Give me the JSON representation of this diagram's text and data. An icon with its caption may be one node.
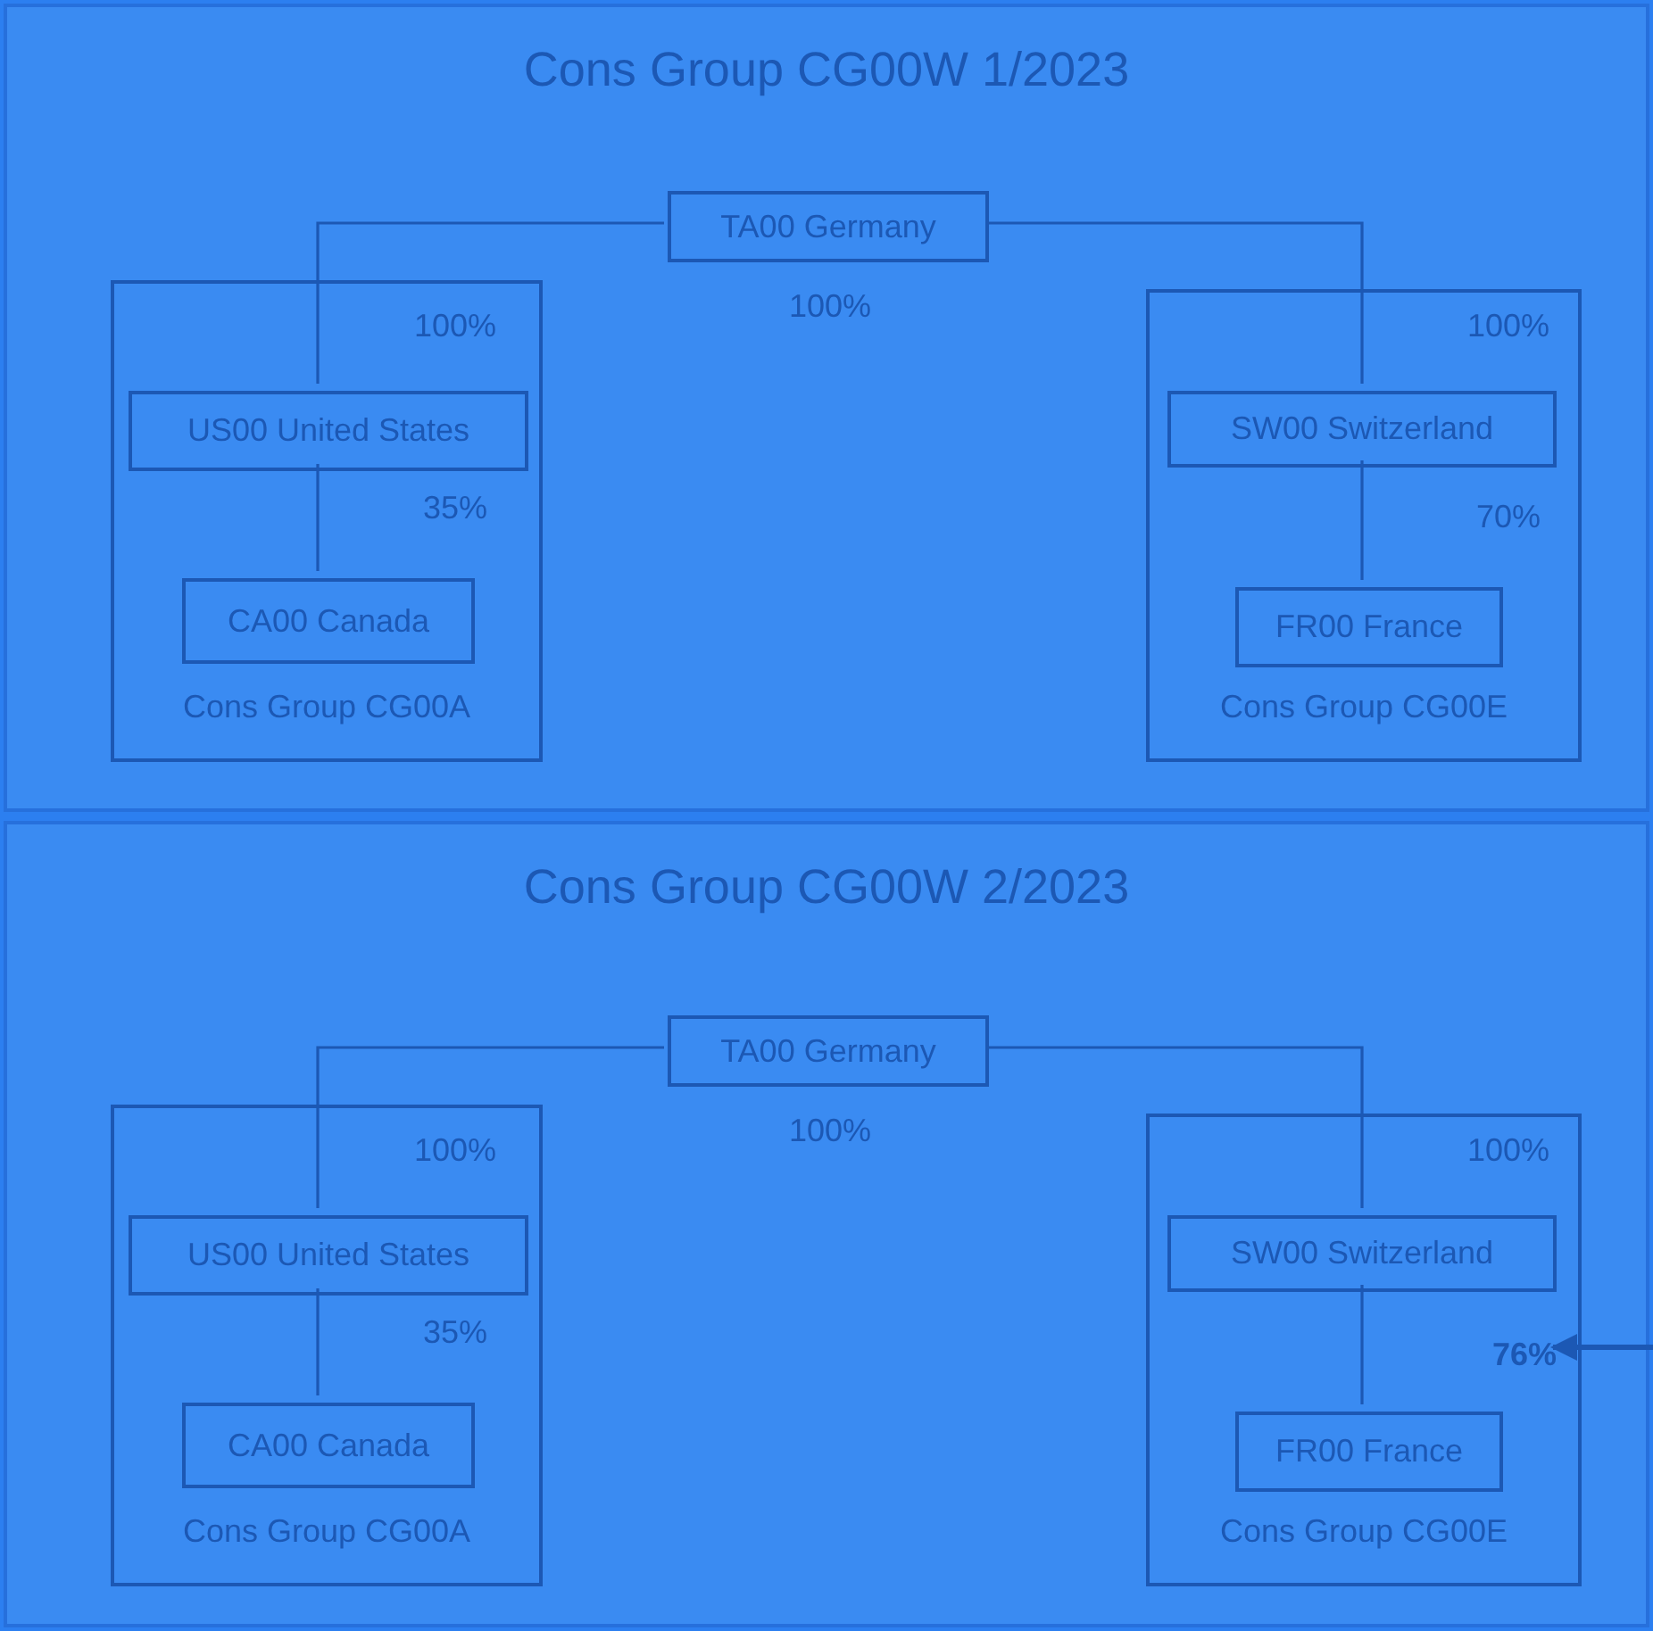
{
  "diagram": {
    "nodes": [
      {
        "text": [
          "Cons Group CG00W 1/2023"
        ]
      },
      {
        "text": [
          "TA00 Germany"
        ],
        "in": 0,
        "beside": [
          "100%"
        ]
      },
      {
        "text": [
          "Cons Group CG00A"
        ],
        "in": 0
      },
      {
        "text": [
          "US00 United States"
        ],
        "in": 2
      },
      {
        "text": [
          "CA00 Canada"
        ],
        "in": 2
      },
      {
        "text": [
          "Cons Group CG00E"
        ],
        "in": 0
      },
      {
        "text": [
          "SW00 Switzerland"
        ],
        "in": 5
      },
      {
        "text": [
          "FR00 France"
        ],
        "in": 5
      },
      {
        "text": [
          "Cons Group CG00W 2/2023"
        ]
      },
      {
        "text": [
          "TA00 Germany"
        ],
        "in": 8,
        "beside": [
          "100%"
        ]
      },
      {
        "text": [
          "Cons Group CG00A"
        ],
        "in": 8
      },
      {
        "text": [
          "US00 United States"
        ],
        "in": 10
      },
      {
        "text": [
          "CA00 Canada"
        ],
        "in": 10
      },
      {
        "text": [
          "Cons Group CG00E"
        ],
        "in": 8
      },
      {
        "text": [
          "SW00 Switzerland"
        ],
        "in": 13
      },
      {
        "text": [
          "FR00 France"
        ],
        "in": 13
      },
      {
        "text": [
          "76%"
        ],
        "in": 13
      }
    ],
    "edges": [
      {
        "from": 1,
        "to": 3,
        "arrow": "none",
        "label": "100%"
      },
      {
        "from": 3,
        "to": 4,
        "arrow": "none",
        "label": "35%"
      },
      {
        "from": 1,
        "to": 6,
        "arrow": "none",
        "label": "100%"
      },
      {
        "from": 6,
        "to": 7,
        "arrow": "none",
        "label": "70%"
      },
      {
        "from": 9,
        "to": 11,
        "arrow": "none",
        "label": "100%"
      },
      {
        "from": 11,
        "to": 12,
        "arrow": "none",
        "label": "35%"
      },
      {
        "from": 9,
        "to": 14,
        "arrow": "none",
        "label": "100%"
      },
      {
        "from": 14,
        "to": 15,
        "arrow": "none"
      },
      {
        "from": null,
        "to": 16,
        "arrow": "to"
      }
    ]
  }
}
